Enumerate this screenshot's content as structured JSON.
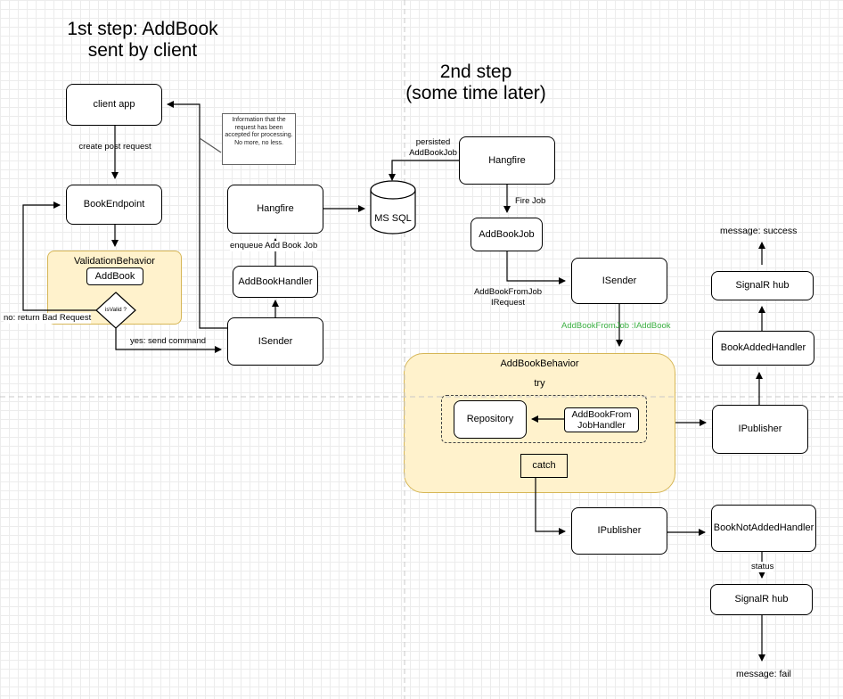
{
  "titles": {
    "step1": "1st step: AddBook\nsent by client",
    "step2": "2nd step\n(some time later)"
  },
  "nodes": {
    "client_app": "client app",
    "book_endpoint": "BookEndpoint",
    "validation_behavior": "ValidationBehavior",
    "addbook": "AddBook",
    "is_valid": "isValid ?",
    "hangfire_left": "Hangfire",
    "addbook_handler": "AddBookHandler",
    "isender_left": "ISender",
    "ms_sql": "MS SQL",
    "hangfire_right": "Hangfire",
    "addbook_job": "AddBookJob",
    "isender_right": "ISender",
    "addbook_behavior": "AddBookBehavior",
    "try": "try",
    "repository": "Repository",
    "addbook_from_job_handler": "AddBookFrom\nJobHandler",
    "catch": "catch",
    "ipublisher_top": "IPublisher",
    "ipublisher_bottom": "IPublisher",
    "book_added_handler": "BookAddedHandler",
    "signalr_top": "SignalR hub",
    "book_not_added_handler": "BookNotAddedHandler",
    "signalr_bottom": "SignalR hub"
  },
  "edge_labels": {
    "create_post": "create post request",
    "no_bad_request": "no: return Bad Request",
    "yes_send": "yes: send command",
    "enqueue": "enqueue Add Book Job",
    "persisted": "persisted\nAddBookJob",
    "fire_job": "Fire Job",
    "addbookfromjob_irequest": "AddBookFromJob\nIRequest",
    "addbookfromjob_iaddbook": "AddBookFromJob :IAddBook",
    "message_success": "message: success",
    "status": "status",
    "message_fail": "message: fail"
  },
  "note": "Information that the request has been accepted for processing. No more, no less.",
  "colors": {
    "group_fill": "#fff2cc",
    "group_stroke": "#d6b656",
    "green_label": "#3cb043",
    "grid": "#ececec"
  }
}
